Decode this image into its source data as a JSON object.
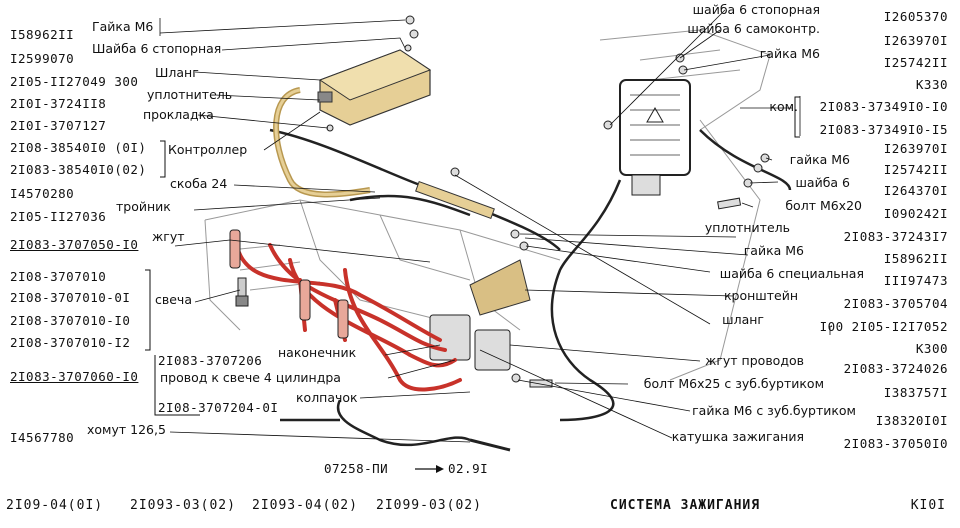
{
  "left_parts": [
    {
      "pn": "I58962II",
      "label": "Гайка М6"
    },
    {
      "pn": "I2599070",
      "label": "Шайба 6 стопорная"
    },
    {
      "pn": "2I05-II27049 300",
      "label": "Шланг"
    },
    {
      "pn": "2I0I-3724II8",
      "label": "уплотнитель"
    },
    {
      "pn": "2I0I-3707127",
      "label": "прокладка"
    },
    {
      "pn": "2I08-38540I0 (0I)",
      "label": "Контроллер"
    },
    {
      "pn": "2I083-38540I0(02)",
      "label": ""
    },
    {
      "pn": "I4570280",
      "label": "скоба 24"
    },
    {
      "pn": "2I05-II27036",
      "label": "тройник"
    },
    {
      "pn": "2I083-3707050-I0",
      "label": "жгут"
    },
    {
      "pn": "2I08-3707010",
      "label": ""
    },
    {
      "pn": "2I08-3707010-0I",
      "label": "свеча"
    },
    {
      "pn": "2I08-3707010-I0",
      "label": ""
    },
    {
      "pn": "2I08-3707010-I2",
      "label": ""
    },
    {
      "pn": "2I083-3707206",
      "label": "наконечник"
    },
    {
      "pn": "2I083-3707060-I0",
      "label": "провод к свече 4 цилиндра"
    },
    {
      "pn": "2I08-3707204-0I",
      "label": "колпачок"
    },
    {
      "pn": "I4567780",
      "label": "хомут 126,5"
    }
  ],
  "right_parts": [
    {
      "label": "шайба 6 стопорная",
      "pn": "I2605370"
    },
    {
      "label": "шайба 6 самоконтр.",
      "pn": "I263970I"
    },
    {
      "label": "гайка М6",
      "pn": "I25742II"
    },
    {
      "label": "",
      "pn": "К330"
    },
    {
      "label": "ком.",
      "pn": "2I083-37349I0-I0"
    },
    {
      "label": "",
      "pn": "2I083-37349I0-I5"
    },
    {
      "label": "",
      "pn": "I263970I"
    },
    {
      "label": "гайка М6",
      "pn": "I25742II"
    },
    {
      "label": "шайба 6",
      "pn": "I264370I"
    },
    {
      "label": "болт М6х20",
      "pn": "I090242I"
    },
    {
      "label": "уплотнитель",
      "pn": "2I083-37243I7"
    },
    {
      "label": "гайка М6",
      "pn": "I58962II"
    },
    {
      "label": "шайба 6 специальная",
      "pn": "III97473"
    },
    {
      "label": "кронштейн",
      "pn": "2I083-3705704"
    },
    {
      "label": "шланг",
      "pn": "I00 2I05-I2I7052"
    },
    {
      "label": "",
      "pn": "К300"
    },
    {
      "label": "жгут проводов",
      "pn": "2I083-3724026"
    },
    {
      "label": "болт М6х25 с зуб.буртиком",
      "pn": "I383757I"
    },
    {
      "label": "гайка М6 с зуб.буртиком",
      "pn": "I38320I0I"
    },
    {
      "label": "катушка зажигания",
      "pn": "2I083-37050I0"
    }
  ],
  "center_ref": {
    "left": "07258-ПИ",
    "right": "02.9I"
  },
  "footer": {
    "models": [
      "2I09-04(0I)",
      "2I093-03(02)",
      "2I093-04(02)",
      "2I099-03(02)"
    ],
    "title": "СИСТЕМА ЗАЖИГАНИЯ",
    "code": "КI0I"
  },
  "colors": {
    "ink": "#111111",
    "wire_red": "#c8322a",
    "tan": "#e6cf96",
    "bracket": "#d9bf84"
  }
}
